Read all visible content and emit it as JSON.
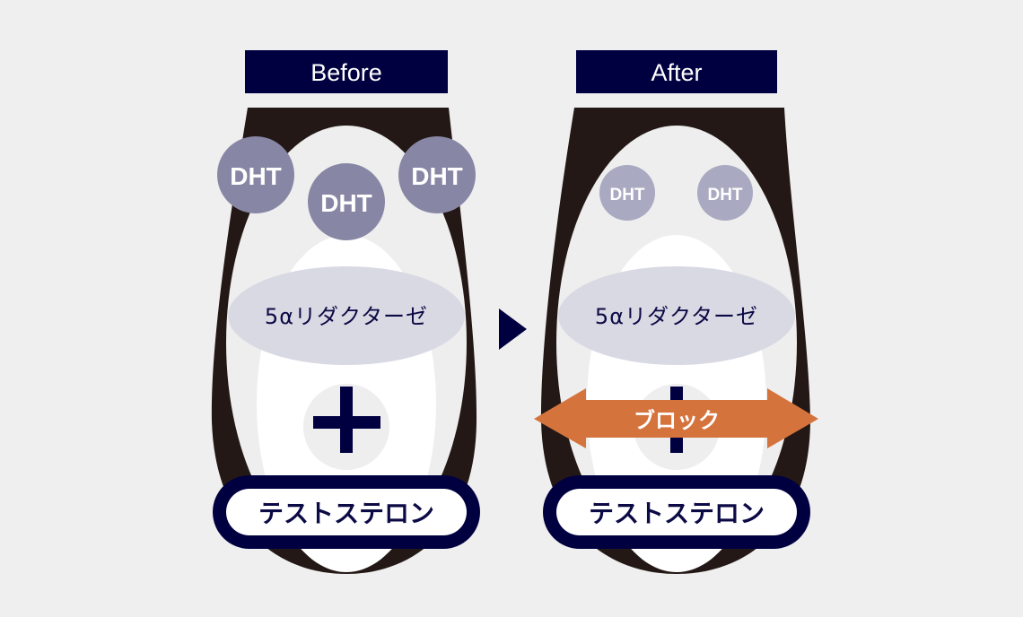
{
  "before": {
    "title": "Before",
    "dht_labels": [
      "DHT",
      "DHT",
      "DHT"
    ],
    "enzyme": "5αリダクターゼ",
    "substrate": "テストステロン"
  },
  "after": {
    "title": "After",
    "dht_labels": [
      "DHT",
      "DHT"
    ],
    "enzyme": "5αリダクターゼ",
    "block_label": "ブロック",
    "substrate": "テストステロン"
  },
  "colors": {
    "navy": "#000040",
    "follicle": "#231815",
    "dht_before": "#8787a5",
    "dht_after": "#a9a9c1",
    "enzyme": "#d9d9e3",
    "block_arrow": "#d5733d"
  }
}
